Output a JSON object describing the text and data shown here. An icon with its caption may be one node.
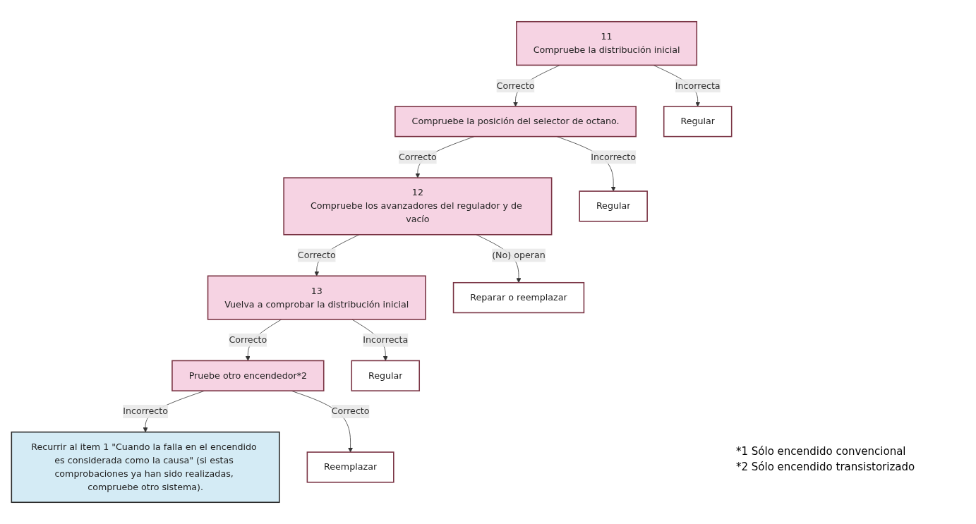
{
  "diagram": {
    "nodes": [
      {
        "text": [
          "11",
          "Compruebe la distribución inicial"
        ]
      },
      {
        "text": [
          "Compruebe la posición del selector de octano."
        ]
      },
      {
        "text": [
          "12",
          "Compruebe los avanzadores del regulador y de vacío"
        ]
      },
      {
        "text": [
          "13",
          "Vuelva a comprobar la distribución inicial"
        ]
      },
      {
        "text": [
          "Pruebe otro encendedor*2"
        ]
      },
      {
        "text": [
          "Recurrir al item 1 \"Cuando la falla en el encendido es considerada como la causa\" (si estas comprobaciones ya han sido realizadas, compruebe otro sistema)."
        ]
      },
      {
        "text": [
          "Regular"
        ]
      },
      {
        "text": [
          "Regular"
        ]
      },
      {
        "text": [
          "Reparar o reemplazar"
        ]
      },
      {
        "text": [
          "Regular"
        ]
      },
      {
        "text": [
          "Reemplazar"
        ]
      }
    ],
    "edges": [
      {
        "from": 0,
        "to": 1,
        "arrow": "to",
        "label": "Correcto"
      },
      {
        "from": 1,
        "to": 2,
        "arrow": "to",
        "label": "Correcto"
      },
      {
        "from": 2,
        "to": 3,
        "arrow": "to",
        "label": "Correcto"
      },
      {
        "from": 3,
        "to": 4,
        "arrow": "to",
        "label": "Correcto"
      },
      {
        "from": 4,
        "to": 5,
        "arrow": "to",
        "label": "Incorrecto"
      },
      {
        "from": 0,
        "to": 6,
        "arrow": "to",
        "label": "Incorrecta"
      },
      {
        "from": 1,
        "to": 7,
        "arrow": "to",
        "label": "Incorrecto"
      },
      {
        "from": 2,
        "to": 8,
        "arrow": "to",
        "label": "(No) operan"
      },
      {
        "from": 3,
        "to": 9,
        "arrow": "to",
        "label": "Incorrecta"
      },
      {
        "from": 4,
        "to": 10,
        "arrow": "to",
        "label": "Correcto"
      }
    ],
    "labels": [
      "*1 Sólo encendido convencional",
      "*2 Sólo encendido transistorizado"
    ]
  }
}
